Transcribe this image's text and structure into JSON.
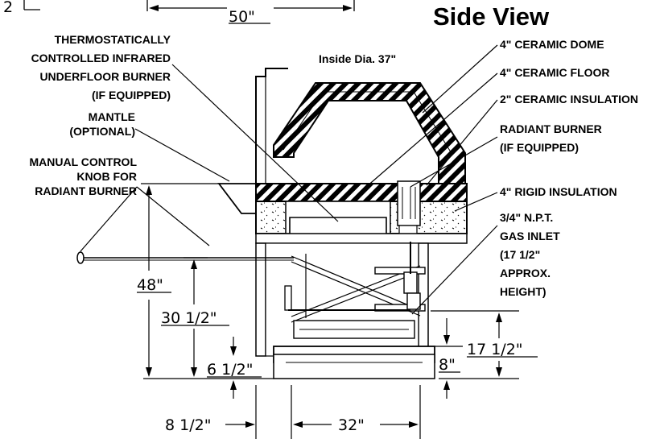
{
  "title": "Side View",
  "inside_dia": "Inside Dia. 37\"",
  "callouts_left": {
    "burner": [
      "THERMOSTATICALLY",
      "CONTROLLED INFRARED",
      "UNDERFLOOR BURNER",
      "(IF EQUIPPED)"
    ],
    "mantle": [
      "MANTLE",
      "(OPTIONAL)"
    ],
    "knob": [
      "MANUAL CONTROL",
      "KNOB FOR",
      "RADIANT BURNER"
    ]
  },
  "callouts_right": {
    "dome": "4\" CERAMIC DOME",
    "floor": "4\" CERAMIC FLOOR",
    "insulation": "2\" CERAMIC INSULATION",
    "radiant": [
      "RADIANT BURNER",
      "(IF EQUIPPED)"
    ],
    "rigid": "4\" RIGID INSULATION",
    "gas": [
      "3/4\" N.P.T.",
      "GAS INLET",
      "(17 1/2\"",
      "APPROX.",
      "HEIGHT)"
    ]
  },
  "dimensions": {
    "top_left": "2",
    "top_width": "50\"",
    "overall_height": "48\"",
    "mid_height": "30 1/2\"",
    "low_height": "6 1/2\"",
    "gas_height": "17 1/2\"",
    "right_low": "8\"",
    "bottom_left": "8 1/2\"",
    "bottom_width": "32\""
  }
}
